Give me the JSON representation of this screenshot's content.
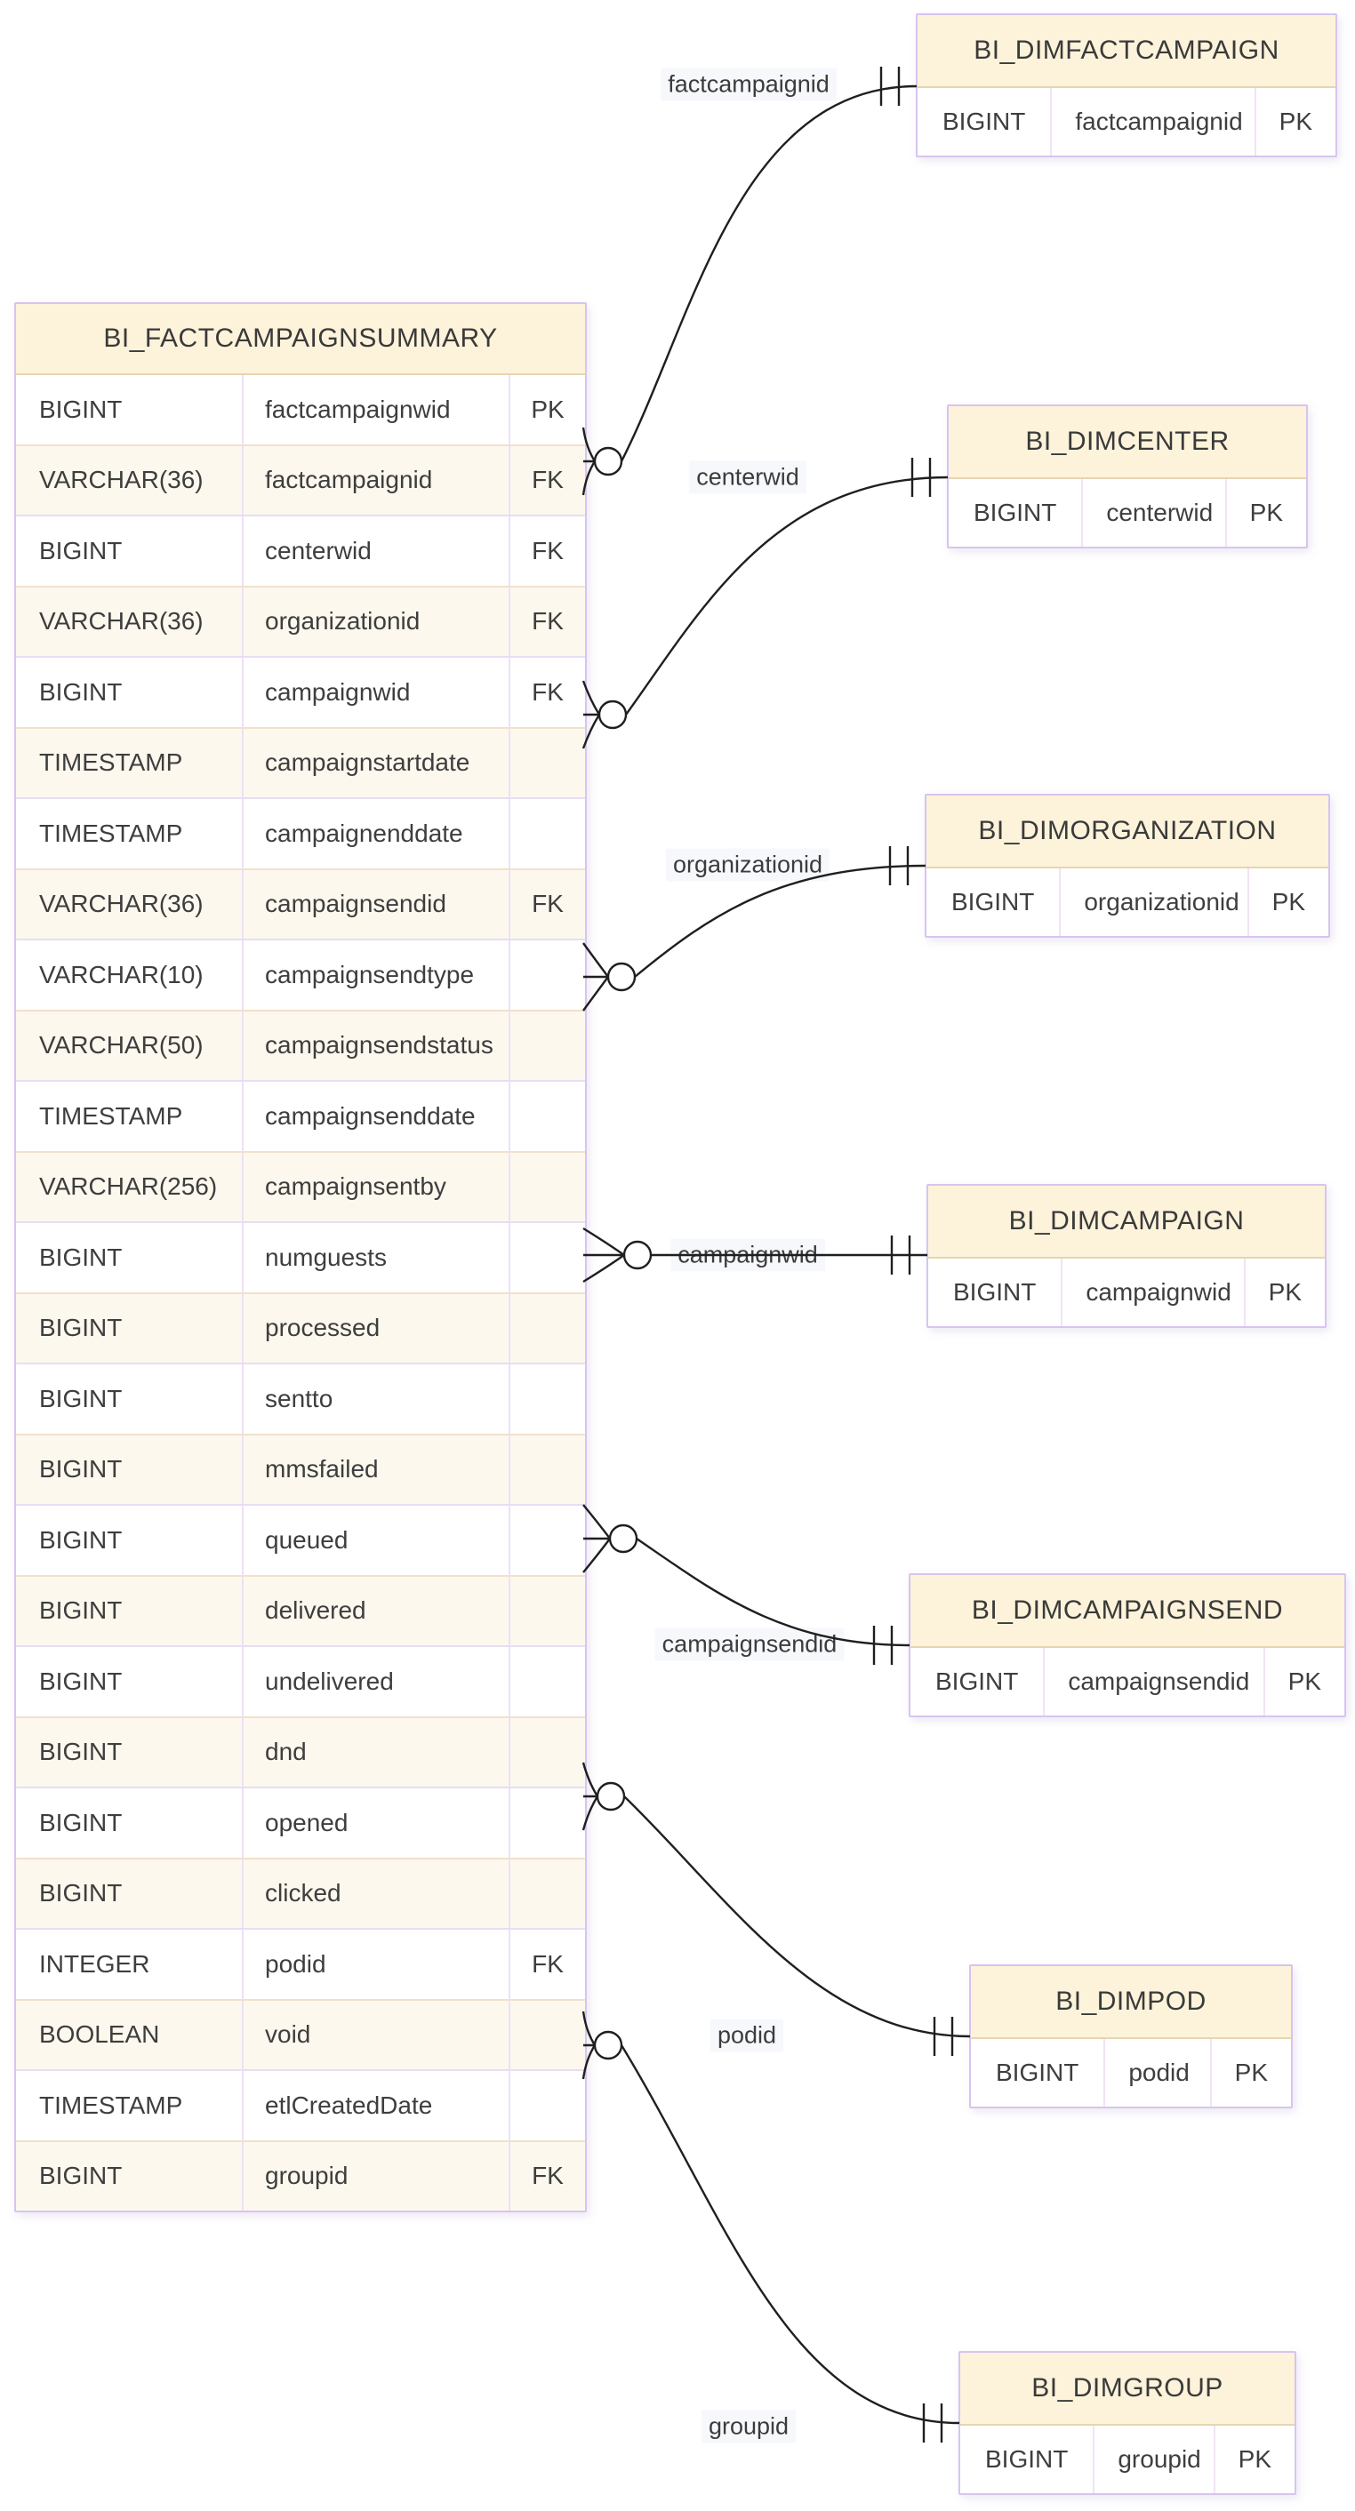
{
  "fact_table": {
    "name": "BI_FACTCAMPAIGNSUMMARY",
    "columns": [
      {
        "type": "BIGINT",
        "name": "factcampaignwid",
        "key": "PK"
      },
      {
        "type": "VARCHAR(36)",
        "name": "factcampaignid",
        "key": "FK"
      },
      {
        "type": "BIGINT",
        "name": "centerwid",
        "key": "FK"
      },
      {
        "type": "VARCHAR(36)",
        "name": "organizationid",
        "key": "FK"
      },
      {
        "type": "BIGINT",
        "name": "campaignwid",
        "key": "FK"
      },
      {
        "type": "TIMESTAMP",
        "name": "campaignstartdate",
        "key": ""
      },
      {
        "type": "TIMESTAMP",
        "name": "campaignenddate",
        "key": ""
      },
      {
        "type": "VARCHAR(36)",
        "name": "campaignsendid",
        "key": "FK"
      },
      {
        "type": "VARCHAR(10)",
        "name": "campaignsendtype",
        "key": ""
      },
      {
        "type": "VARCHAR(50)",
        "name": "campaignsendstatus",
        "key": ""
      },
      {
        "type": "TIMESTAMP",
        "name": "campaignsenddate",
        "key": ""
      },
      {
        "type": "VARCHAR(256)",
        "name": "campaignsentby",
        "key": ""
      },
      {
        "type": "BIGINT",
        "name": "numguests",
        "key": ""
      },
      {
        "type": "BIGINT",
        "name": "processed",
        "key": ""
      },
      {
        "type": "BIGINT",
        "name": "sentto",
        "key": ""
      },
      {
        "type": "BIGINT",
        "name": "mmsfailed",
        "key": ""
      },
      {
        "type": "BIGINT",
        "name": "queued",
        "key": ""
      },
      {
        "type": "BIGINT",
        "name": "delivered",
        "key": ""
      },
      {
        "type": "BIGINT",
        "name": "undelivered",
        "key": ""
      },
      {
        "type": "BIGINT",
        "name": "dnd",
        "key": ""
      },
      {
        "type": "BIGINT",
        "name": "opened",
        "key": ""
      },
      {
        "type": "BIGINT",
        "name": "clicked",
        "key": ""
      },
      {
        "type": "INTEGER",
        "name": "podid",
        "key": "FK"
      },
      {
        "type": "BOOLEAN",
        "name": "void",
        "key": ""
      },
      {
        "type": "TIMESTAMP",
        "name": "etlCreatedDate",
        "key": ""
      },
      {
        "type": "BIGINT",
        "name": "groupid",
        "key": "FK"
      }
    ]
  },
  "dim_tables": [
    {
      "name": "BI_DIMFACTCAMPAIGN",
      "row": {
        "type": "BIGINT",
        "name": "factcampaignid",
        "key": "PK"
      }
    },
    {
      "name": "BI_DIMCENTER",
      "row": {
        "type": "BIGINT",
        "name": "centerwid",
        "key": "PK"
      }
    },
    {
      "name": "BI_DIMORGANIZATION",
      "row": {
        "type": "BIGINT",
        "name": "organizationid",
        "key": "PK"
      }
    },
    {
      "name": "BI_DIMCAMPAIGN",
      "row": {
        "type": "BIGINT",
        "name": "campaignwid",
        "key": "PK"
      }
    },
    {
      "name": "BI_DIMCAMPAIGNSEND",
      "row": {
        "type": "BIGINT",
        "name": "campaignsendid",
        "key": "PK"
      }
    },
    {
      "name": "BI_DIMPOD",
      "row": {
        "type": "BIGINT",
        "name": "podid",
        "key": "PK"
      }
    },
    {
      "name": "BI_DIMGROUP",
      "row": {
        "type": "BIGINT",
        "name": "groupid",
        "key": "PK"
      }
    }
  ],
  "relationships": [
    {
      "label": "factcampaignid",
      "from_table": "BI_FACTCAMPAIGNSUMMARY",
      "to_table": "BI_DIMFACTCAMPAIGN",
      "from_cardinality": "zero-or-many",
      "to_cardinality": "one-and-only-one"
    },
    {
      "label": "centerwid",
      "from_table": "BI_FACTCAMPAIGNSUMMARY",
      "to_table": "BI_DIMCENTER",
      "from_cardinality": "zero-or-many",
      "to_cardinality": "one-and-only-one"
    },
    {
      "label": "organizationid",
      "from_table": "BI_FACTCAMPAIGNSUMMARY",
      "to_table": "BI_DIMORGANIZATION",
      "from_cardinality": "zero-or-many",
      "to_cardinality": "one-and-only-one"
    },
    {
      "label": "campaignwid",
      "from_table": "BI_FACTCAMPAIGNSUMMARY",
      "to_table": "BI_DIMCAMPAIGN",
      "from_cardinality": "zero-or-many",
      "to_cardinality": "one-and-only-one"
    },
    {
      "label": "campaignsendid",
      "from_table": "BI_FACTCAMPAIGNSUMMARY",
      "to_table": "BI_DIMCAMPAIGNSEND",
      "from_cardinality": "zero-or-many",
      "to_cardinality": "one-and-only-one"
    },
    {
      "label": "podid",
      "from_table": "BI_FACTCAMPAIGNSUMMARY",
      "to_table": "BI_DIMPOD",
      "from_cardinality": "zero-or-many",
      "to_cardinality": "one-and-only-one"
    },
    {
      "label": "groupid",
      "from_table": "BI_FACTCAMPAIGNSUMMARY",
      "to_table": "BI_DIMGROUP",
      "from_cardinality": "zero-or-many",
      "to_cardinality": "one-and-only-one"
    }
  ],
  "colors": {
    "header_fill": "#fcf3da",
    "row_alt_fill": "#fdf8ee",
    "border_purple": "#d7c4ef",
    "border_tan": "#e7d5b2",
    "connector": "#1f1f1f",
    "label_bg": "#f6f8fc",
    "text": "#3e3e3e"
  }
}
